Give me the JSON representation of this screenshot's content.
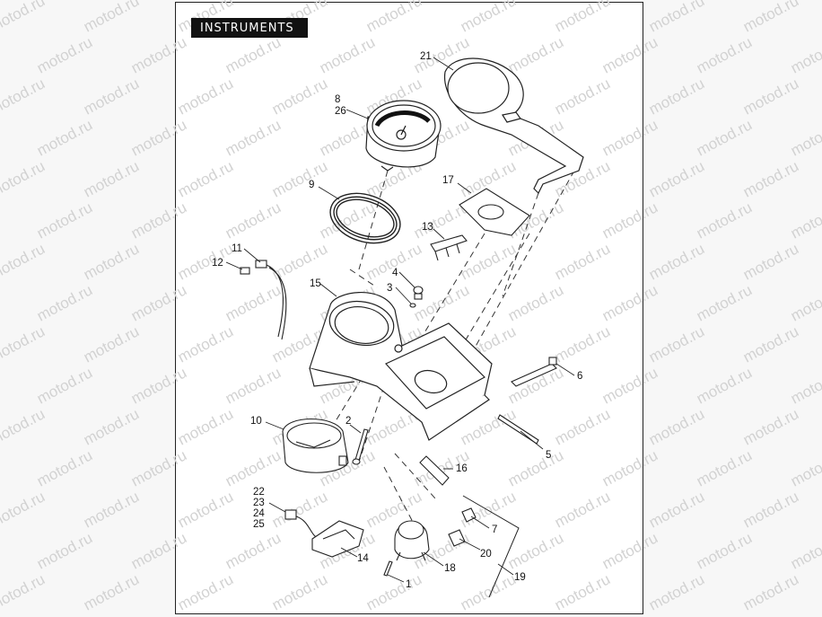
{
  "title": "INSTRUMENTS",
  "watermark": "motod.ru",
  "callouts": {
    "c1": "1",
    "c2": "2",
    "c3": "3",
    "c4": "4",
    "c5": "5",
    "c6": "6",
    "c7": "7",
    "c8": "8",
    "c9": "9",
    "c10": "10",
    "c11": "11",
    "c12": "12",
    "c13": "13",
    "c14": "14",
    "c15": "15",
    "c16": "16",
    "c17": "17",
    "c18": "18",
    "c19": "19",
    "c20": "20",
    "c21": "21",
    "c22": "22",
    "c23": "23",
    "c24": "24",
    "c25": "25",
    "c26": "26"
  }
}
